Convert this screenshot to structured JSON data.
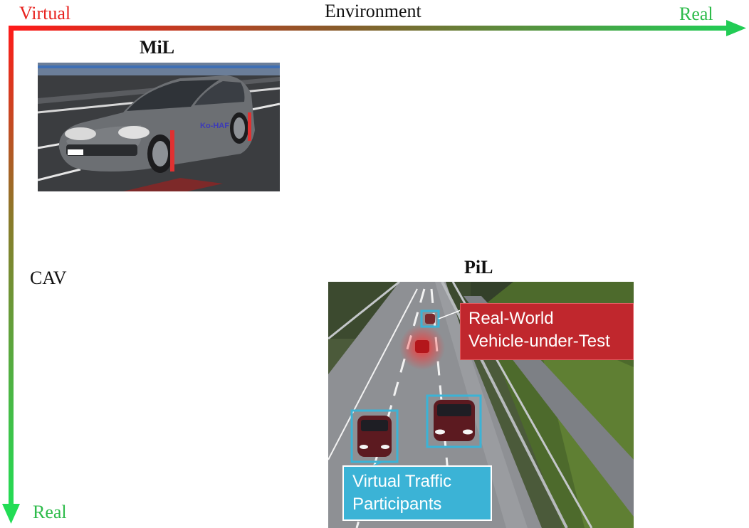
{
  "axes": {
    "x_start": "Virtual",
    "x_title": "Environment",
    "x_end": "Real",
    "y_title": "CAV",
    "y_end": "Real"
  },
  "panels": {
    "mil": {
      "title": "MiL",
      "image_text": "Ko-HAF"
    },
    "pil": {
      "title": "PiL",
      "callout_red": [
        "Real-World",
        "Vehicle-under-Test"
      ],
      "callout_blue": [
        "Virtual Traffic",
        "Participants"
      ]
    }
  },
  "colors": {
    "virtual": "#e8231f",
    "real": "#2dbb4a",
    "callout_red": "#c0272d",
    "callout_blue": "#3bb3d6"
  }
}
